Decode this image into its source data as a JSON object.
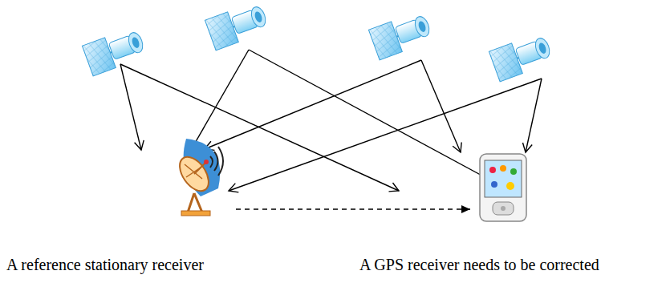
{
  "diagram": {
    "nodes": [
      {
        "text": [
          "A reference stationary receiver"
        ]
      },
      {
        "text": [
          "A GPS receiver needs to be corrected"
        ]
      }
    ],
    "edges": [
      {
        "from": 0,
        "to": 1,
        "arrow": "to"
      }
    ]
  }
}
